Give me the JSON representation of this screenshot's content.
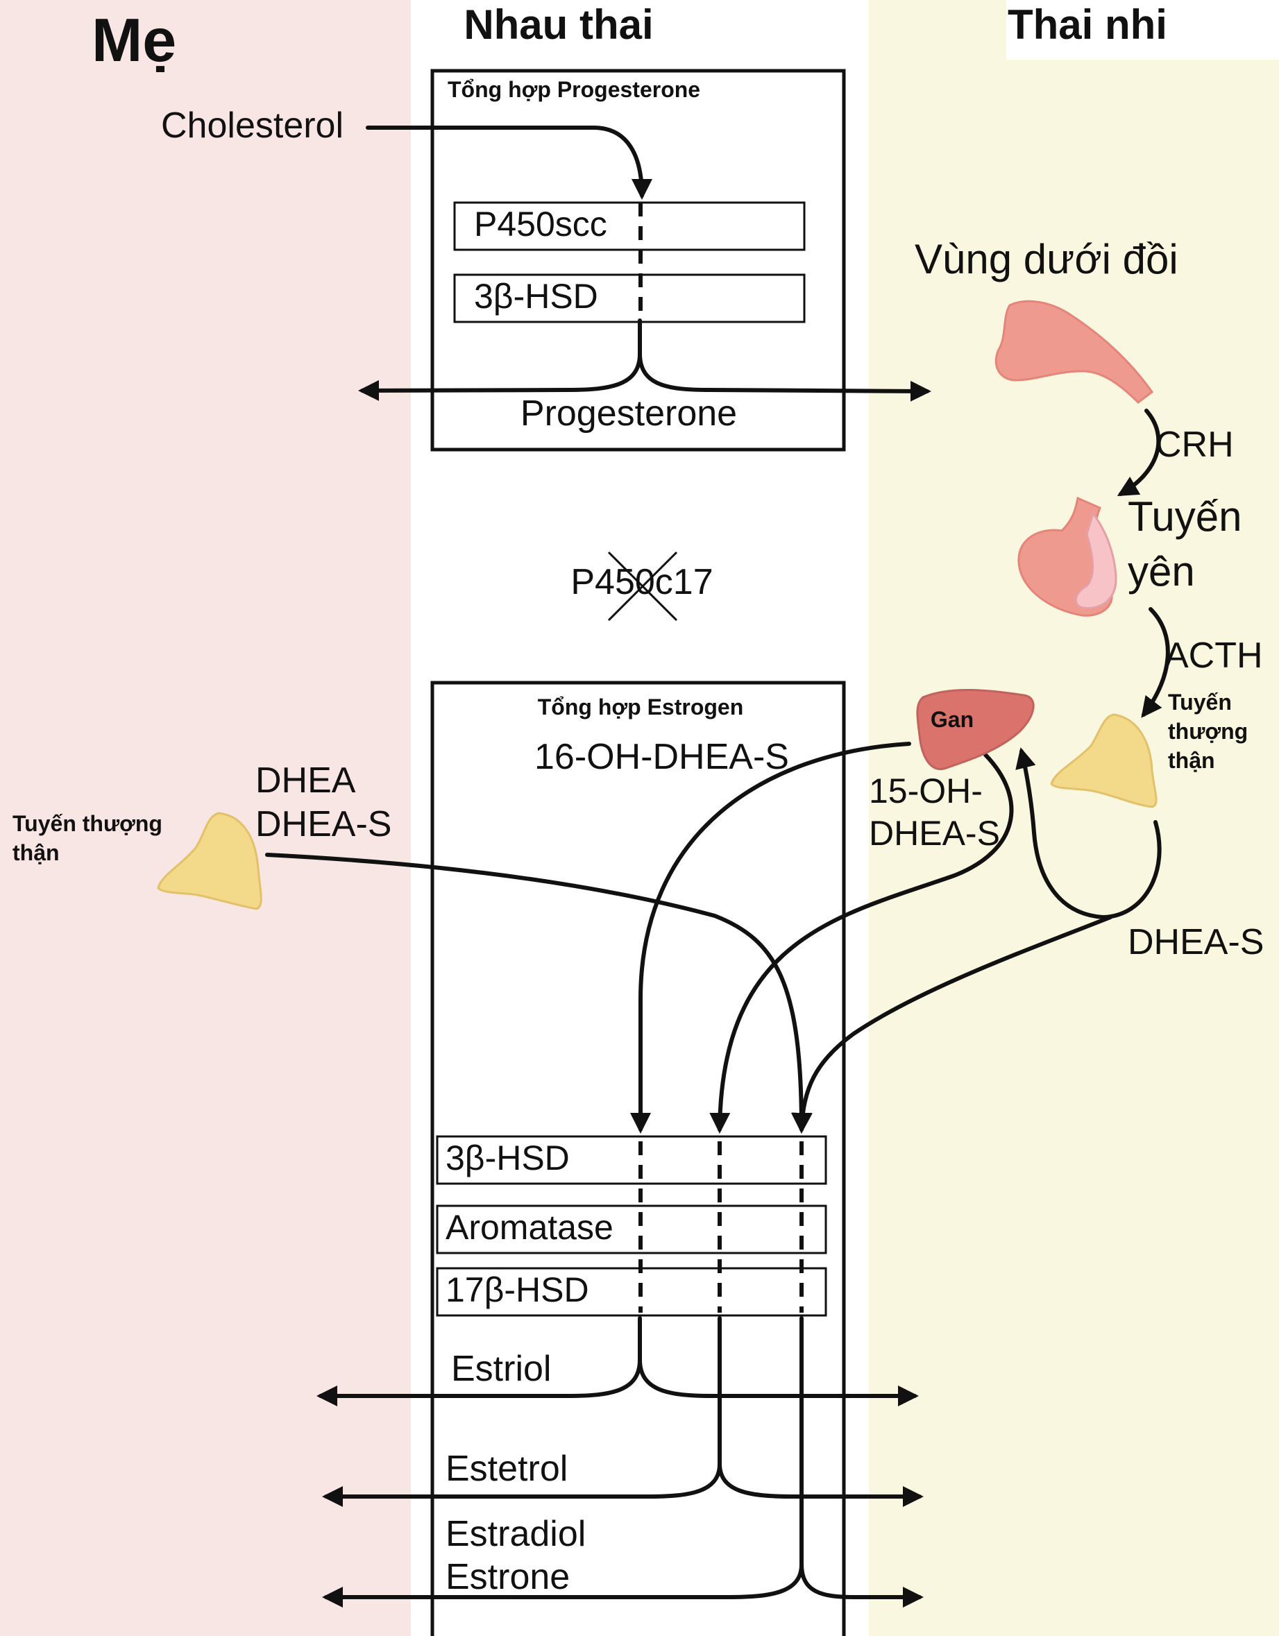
{
  "columns": {
    "mother": "Mẹ",
    "placenta": "Nhau thai",
    "fetus": "Thai nhi"
  },
  "progesterone_box": {
    "title": "Tổng hợp Progesterone",
    "enzymes": [
      "P450scc",
      "3β-HSD"
    ],
    "product": "Progesterone"
  },
  "blocked_enzyme": "P450c17",
  "estrogen_box": {
    "title": "Tổng hợp Estrogen",
    "substrate": "16-OH-DHEA-S",
    "enzymes": [
      "3β-HSD",
      "Aromatase",
      "17β-HSD"
    ],
    "products": [
      "Estriol",
      "Estetrol",
      "Estradiol",
      "Estrone"
    ]
  },
  "mother_side": {
    "cholesterol": "Cholesterol",
    "adrenal_label_line1": "Tuyến thượng",
    "adrenal_label_line2": "thận",
    "dhea": "DHEA",
    "dheas": "DHEA-S"
  },
  "fetal_side": {
    "hypothalamus": "Vùng dưới đồi",
    "crh": "CRH",
    "pituitary_line1": "Tuyến",
    "pituitary_line2": "yên",
    "acth": "ACTH",
    "adrenal_line1": "Tuyến",
    "adrenal_line2": "thượng",
    "adrenal_line3": "thận",
    "liver": "Gan",
    "oh15_line1": "15-OH-",
    "oh15_line2": "DHEA-S",
    "dheas": "DHEA-S"
  },
  "colors": {
    "mother_bg": "#f8e6e4",
    "fetus_bg": "#faf7e0",
    "organ_pink": "#ef9a8e",
    "liver": "#d9736c",
    "adrenal": "#f3d98a"
  }
}
